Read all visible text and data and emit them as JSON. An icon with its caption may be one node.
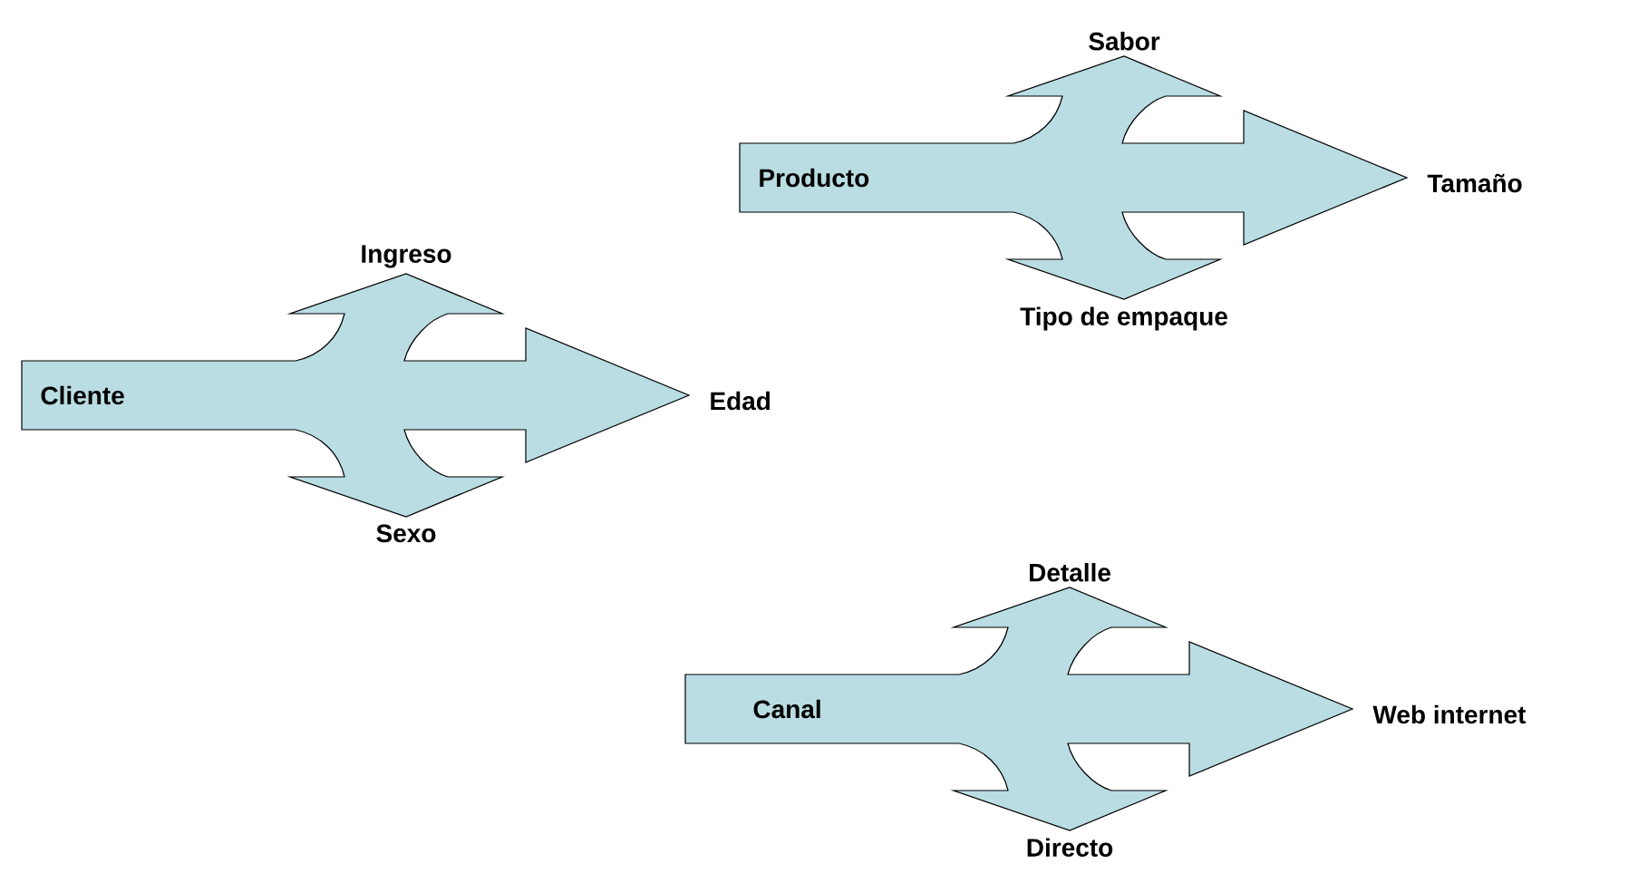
{
  "diagram": {
    "nodes": [
      {
        "text": [
          "Producto"
        ],
        "beside": [
          "Sabor",
          "Tamaño",
          "Tipo de empaque"
        ]
      },
      {
        "text": [
          "Cliente"
        ],
        "beside": [
          "Ingreso",
          "Edad",
          "Sexo"
        ]
      },
      {
        "text": [
          "Canal"
        ],
        "beside": [
          "Detalle",
          "Web internet",
          "Directo"
        ]
      }
    ]
  }
}
